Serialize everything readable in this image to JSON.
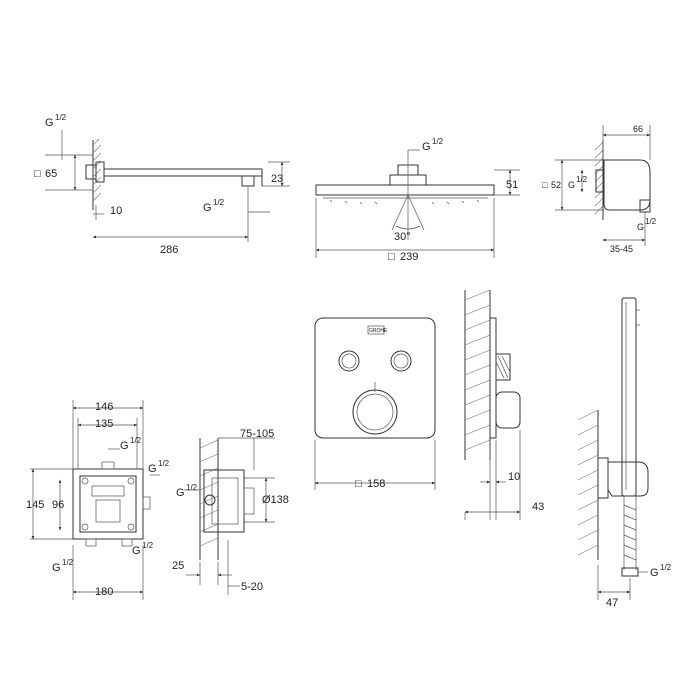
{
  "arm": {
    "thread": "G",
    "thread_fraction": "1/2",
    "square": "□",
    "square_size": "65",
    "offset": "10",
    "length": "286",
    "drop": "23",
    "thread_bottom_fraction": "1/2"
  },
  "headshower": {
    "thread_fraction": "1/2",
    "height": "51",
    "angle": "30°",
    "size": "239"
  },
  "elbow": {
    "width": "66",
    "square": "52",
    "thread_fraction": "1/2",
    "thread_bottom_fraction": "1/2",
    "depth_range": "35-45"
  },
  "valve_front": {
    "brand_text": "GROHE",
    "plate_size": "158"
  },
  "valve_side": {
    "proj1": "10",
    "proj2": "43"
  },
  "hand_shower": {
    "thread_fraction": "1/2",
    "dim": "47"
  },
  "body_front": {
    "w1": "146",
    "w2": "135",
    "h1": "145",
    "h2": "96",
    "tf_top": "1/2",
    "tf_right": "1/2",
    "tf_bl": "1/2",
    "tf_br": "1/2",
    "bottom": "180"
  },
  "body_side": {
    "range": "75-105",
    "diameter": "Ø138",
    "tf": "1/2",
    "depth": "25",
    "range2": "5-20"
  }
}
